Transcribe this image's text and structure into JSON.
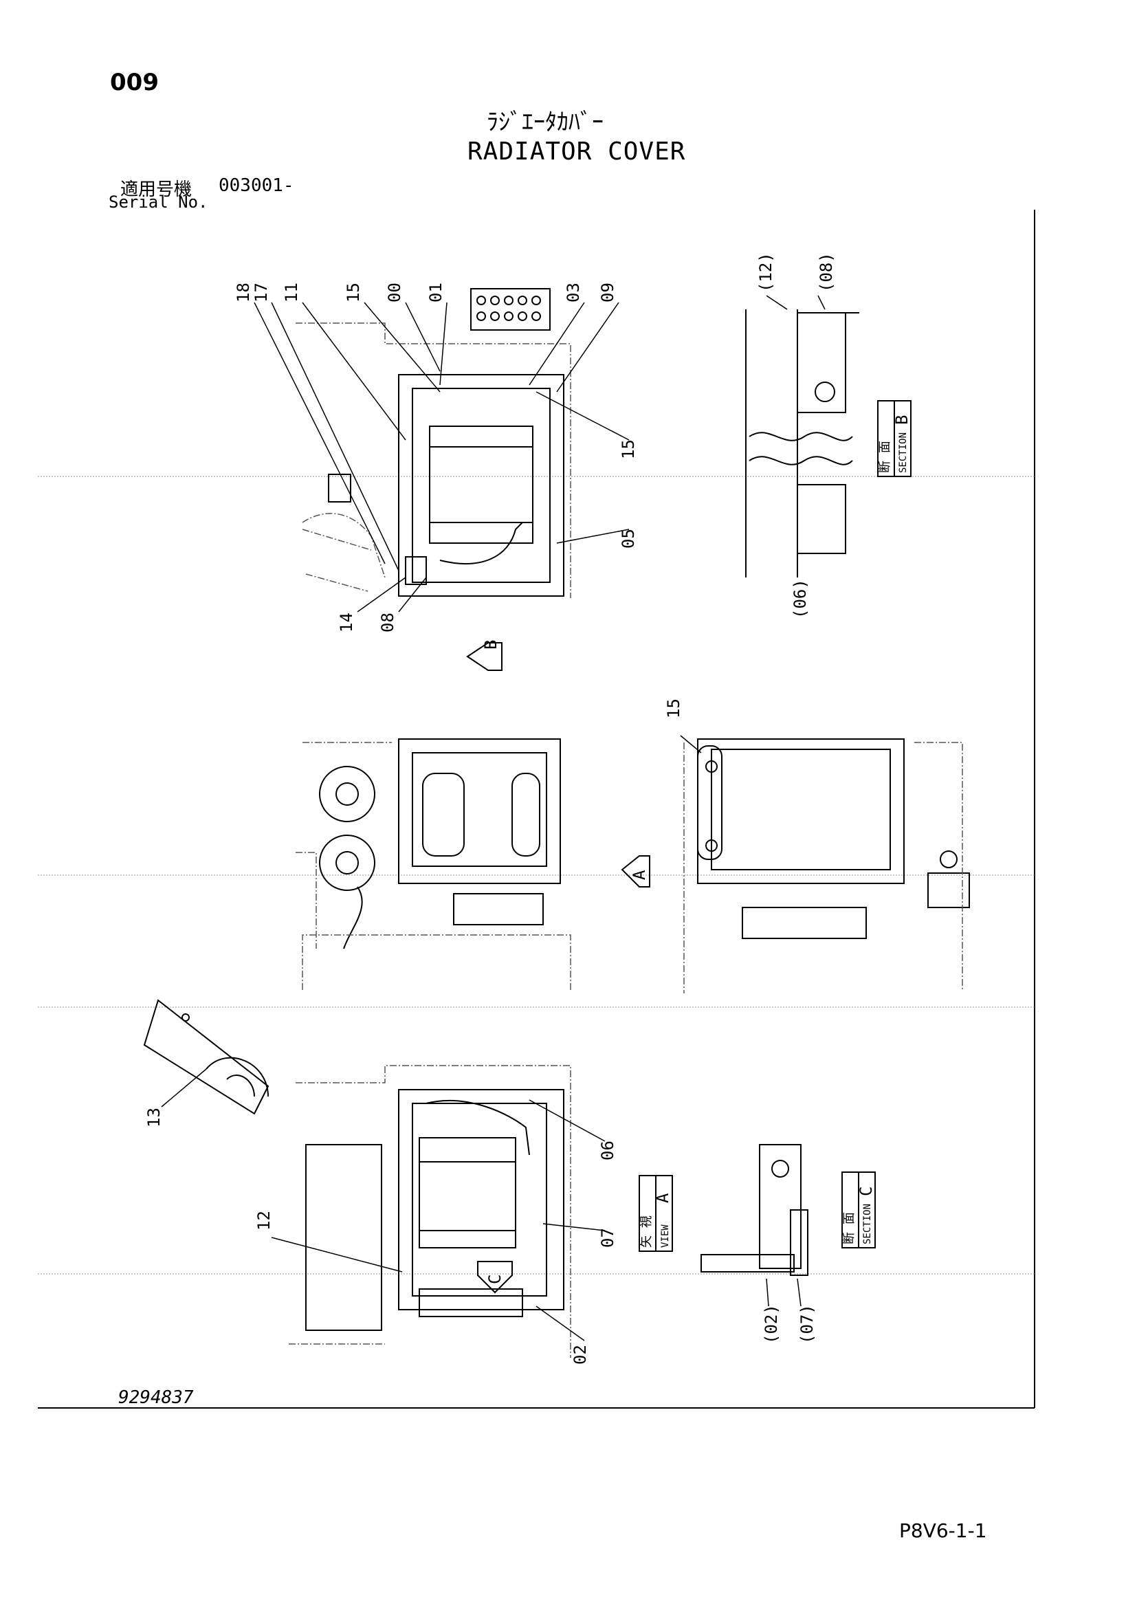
{
  "header": {
    "page_number": "009",
    "title_jp": "ﾗｼﾞｴｰﾀｶﾊﾞｰ",
    "title_en": "RADIATOR COVER",
    "serial_label_jp": "適用号機",
    "serial_value": "003001-",
    "serial_label_en": "Serial No."
  },
  "callouts": {
    "top": [
      "18",
      "17",
      "11",
      "15",
      "00",
      "01",
      "03",
      "09",
      "15",
      "05",
      "14",
      "08"
    ],
    "section_b": [
      "(12)",
      "(08)",
      "(06)"
    ],
    "middle": [
      "15"
    ],
    "bottom": [
      "13",
      "12",
      "06",
      "07",
      "02"
    ],
    "section_c": [
      "(02)",
      "(07)"
    ]
  },
  "view_markers": {
    "arrow_b": "B",
    "arrow_a": "A",
    "arrow_c": "C",
    "section_b_jp": "断 面",
    "section_b_en": "SECTION",
    "section_b_letter": "B",
    "view_a_jp": "矢 視",
    "view_a_en": "VIEW",
    "view_a_letter": "A",
    "section_c_jp": "断 面",
    "section_c_en": "SECTION",
    "section_c_letter": "C"
  },
  "footer": {
    "doc_number": "9294837",
    "sheet_code": "P8V6-1-1"
  }
}
